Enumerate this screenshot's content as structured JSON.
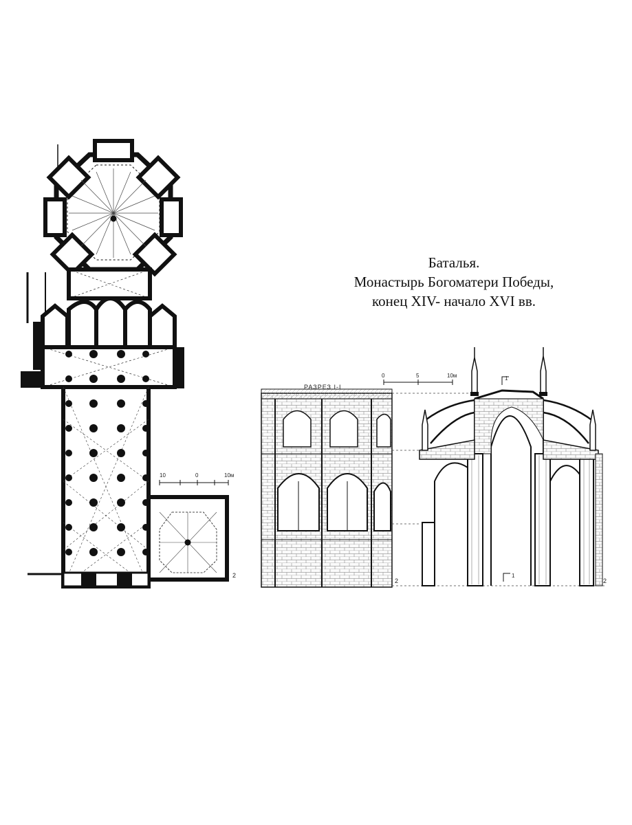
{
  "title": {
    "line1": "Баталья.",
    "line2": "Монастырь Богоматери Победы,",
    "line3": "конец XIV- начало XVI вв."
  },
  "plan": {
    "scale_labels": [
      "10",
      "0",
      "10м"
    ],
    "section_mark": "2"
  },
  "section": {
    "label": "РАЗРЕЗ I-I",
    "scale_labels": [
      "0",
      "5",
      "10м"
    ],
    "cut_mark_top": "1",
    "cut_mark_bottom": "1",
    "level_mark_left": "2",
    "level_mark_right": "2"
  }
}
